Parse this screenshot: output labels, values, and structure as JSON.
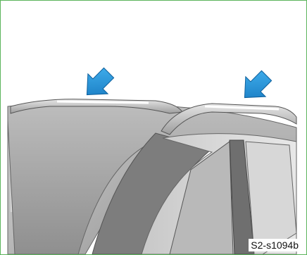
{
  "figure": {
    "reference_code": "S2-s1094b",
    "border_color": "#5bb55b",
    "arrow_color": "#1e8fd6",
    "markers": [
      {
        "name": "arrow-icon-left"
      },
      {
        "name": "arrow-icon-right"
      }
    ]
  }
}
